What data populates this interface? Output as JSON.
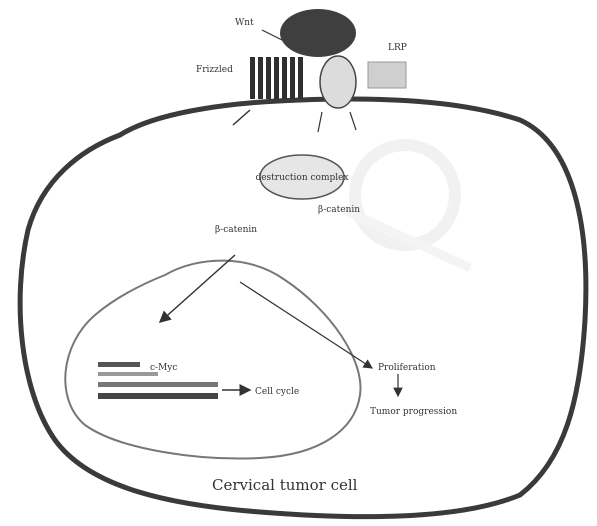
{
  "labels": {
    "ligand": "Wnt",
    "receptor": "Frizzled",
    "coreceptor": "LRP",
    "cytoplasmic_complex": "destruction complex",
    "cytoplasmic_mediator": "β-catenin",
    "nuclear_mediator": "β-catenin",
    "target_gene": "c-Myc",
    "cell_cycle": "Cell cycle",
    "proliferation": "Proliferation",
    "tumor_progression": "Tumor progression",
    "cell_name": "Cervical tumor cell"
  }
}
